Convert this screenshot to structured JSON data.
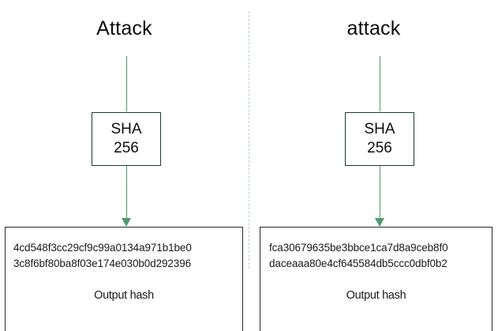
{
  "diagram": {
    "title_hidden": "SHA-256 avalanche effect comparison",
    "divider": {
      "style": "dashed",
      "color": "#b9cdd2"
    },
    "arrow_color": "#4e9a6b",
    "panels": [
      {
        "side": "left",
        "input_label": "Attack",
        "process": {
          "line1": "SHA",
          "line2": "256"
        },
        "output": {
          "hash_line1": "4cd548f3cc29cf9c99a0134a971b1be0",
          "hash_line2": "3c8f6bf80ba8f03e174e030b0d292396",
          "caption": "Output hash"
        }
      },
      {
        "side": "right",
        "input_label": "attack",
        "process": {
          "line1": "SHA",
          "line2": "256"
        },
        "output": {
          "hash_line1": "fca30679635be3bbce1ca7d8a9ceb8f0",
          "hash_line2": "daceaaa80e4cf645584db5ccc0dbf0b2",
          "caption": "Output hash"
        }
      }
    ]
  }
}
